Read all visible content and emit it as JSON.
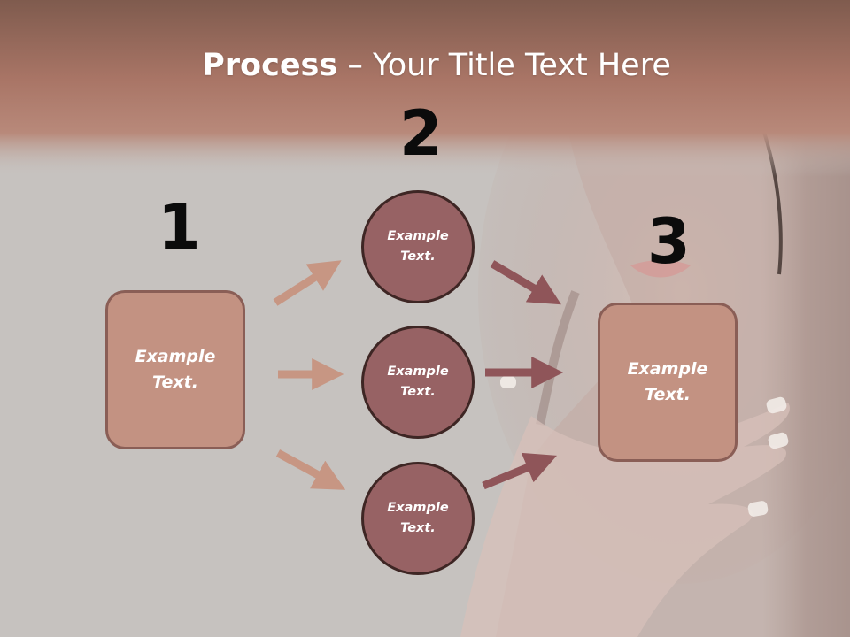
{
  "slide": {
    "title_bold": "Process",
    "title_rest": " – Your Title Text Here",
    "step_numbers": [
      "1",
      "2",
      "3"
    ],
    "left_box": {
      "line1": "Example",
      "line2": "Text."
    },
    "circles": [
      {
        "line1": "Example",
        "line2": "Text."
      },
      {
        "line1": "Example",
        "line2": "Text."
      },
      {
        "line1": "Example",
        "line2": "Text."
      }
    ],
    "right_box": {
      "line1": "Example",
      "line2": "Text."
    }
  },
  "colors": {
    "header_band": "#a97566",
    "box_fill": "#c39282",
    "circle_fill": "#976264",
    "arrow_light": "#c79683",
    "arrow_dark": "#8f5559",
    "background": "#c6c2bf"
  }
}
